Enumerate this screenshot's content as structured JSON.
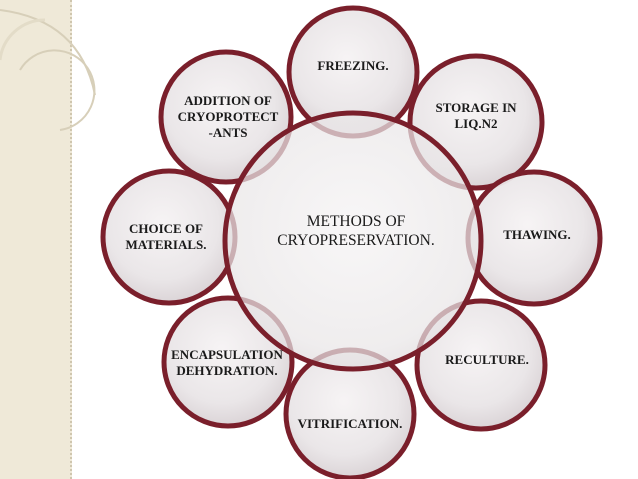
{
  "diagram": {
    "center": {
      "text": "METHODS OF\nCRYOPRESERVATION."
    },
    "nodes": [
      {
        "id": "freezing",
        "text": "FREEZING."
      },
      {
        "id": "storage",
        "text": "STORAGE IN\nLIQ.N2"
      },
      {
        "id": "thawing",
        "text": "THAWING."
      },
      {
        "id": "reculture",
        "text": "RECULTURE."
      },
      {
        "id": "vitrification",
        "text": "VITRIFICATION."
      },
      {
        "id": "encapsulation",
        "text": "ENCAPSULATION\nDEHYDRATION."
      },
      {
        "id": "choice",
        "text": "CHOICE OF\nMATERIALS."
      },
      {
        "id": "addition",
        "text": "ADDITION OF\nCRYOPROTECT\n-ANTS"
      }
    ]
  },
  "colors": {
    "ring_fill": "#eae7e8",
    "ring_border": "#7a1f2b",
    "background_strip": "#efe9d8"
  }
}
